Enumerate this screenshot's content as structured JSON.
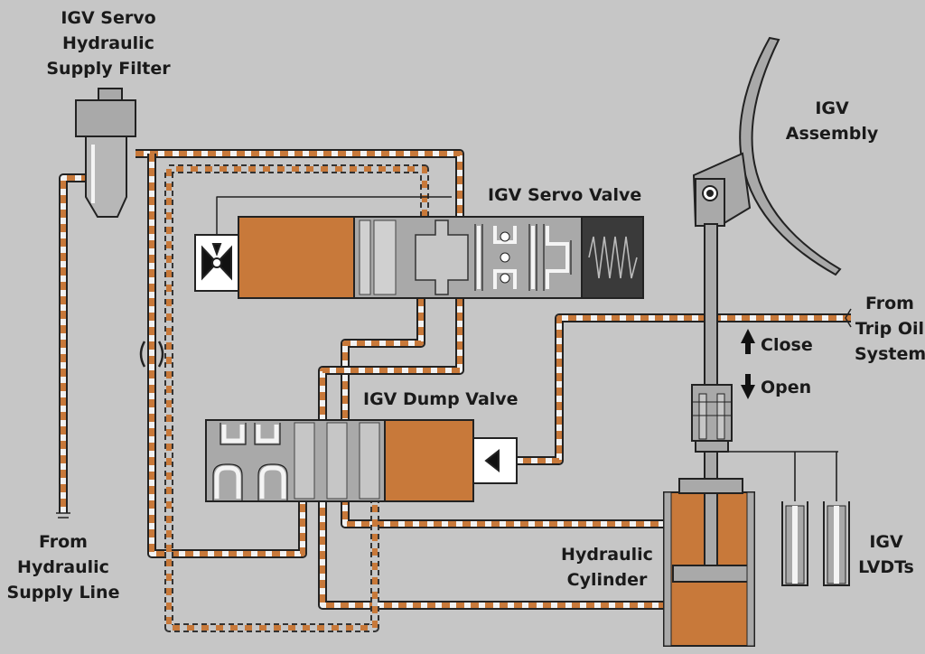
{
  "labels": {
    "filter": [
      "IGV Servo",
      "Hydraulic",
      "Supply Filter"
    ],
    "assembly": [
      "IGV",
      "Assembly"
    ],
    "servo_valve": "IGV Servo Valve",
    "trip_oil": [
      "From",
      "Trip Oil",
      "System"
    ],
    "close": "Close",
    "open": "Open",
    "dump_valve": "IGV Dump Valve",
    "cylinder": [
      "Hydraulic",
      "Cylinder"
    ],
    "lvdts": [
      "IGV",
      "LVDTs"
    ],
    "supply_line": [
      "From",
      "Hydraulic",
      "Supply Line"
    ]
  },
  "colors": {
    "background": "#c6c6c6",
    "oil": "#c8793a",
    "pipe_light": "#f4f4f4",
    "body_gray": "#a9a9a9",
    "outline": "#222222"
  }
}
